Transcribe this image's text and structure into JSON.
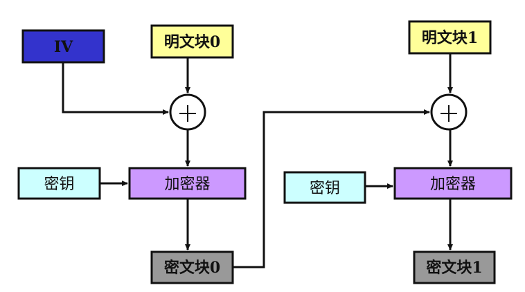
{
  "diagram": {
    "type": "CBC mode encryption (cipher block chaining)",
    "colors": {
      "iv": "#3333cc",
      "plaintext": "#ffff99",
      "key": "#ccffff",
      "encryptor": "#cc99ff",
      "ciphertext": "#999999",
      "stroke": "#111111"
    },
    "nodes": {
      "iv": {
        "label": "IV"
      },
      "plaintext0": {
        "label": "明文块0"
      },
      "plaintext1": {
        "label": "明文块1"
      },
      "key0": {
        "label": "密钥"
      },
      "key1": {
        "label": "密钥"
      },
      "encryptor0": {
        "label": "加密器"
      },
      "encryptor1": {
        "label": "加密器"
      },
      "ciphertext0": {
        "label": "密文块0"
      },
      "ciphertext1": {
        "label": "密文块1"
      },
      "xor0": {
        "symbol": "+"
      },
      "xor1": {
        "symbol": "+"
      }
    },
    "edges": [
      {
        "from": "iv",
        "to": "xor0"
      },
      {
        "from": "plaintext0",
        "to": "xor0"
      },
      {
        "from": "xor0",
        "to": "encryptor0"
      },
      {
        "from": "key0",
        "to": "encryptor0"
      },
      {
        "from": "encryptor0",
        "to": "ciphertext0"
      },
      {
        "from": "ciphertext0",
        "to": "xor1"
      },
      {
        "from": "plaintext1",
        "to": "xor1"
      },
      {
        "from": "xor1",
        "to": "encryptor1"
      },
      {
        "from": "key1",
        "to": "encryptor1"
      },
      {
        "from": "encryptor1",
        "to": "ciphertext1"
      }
    ]
  }
}
